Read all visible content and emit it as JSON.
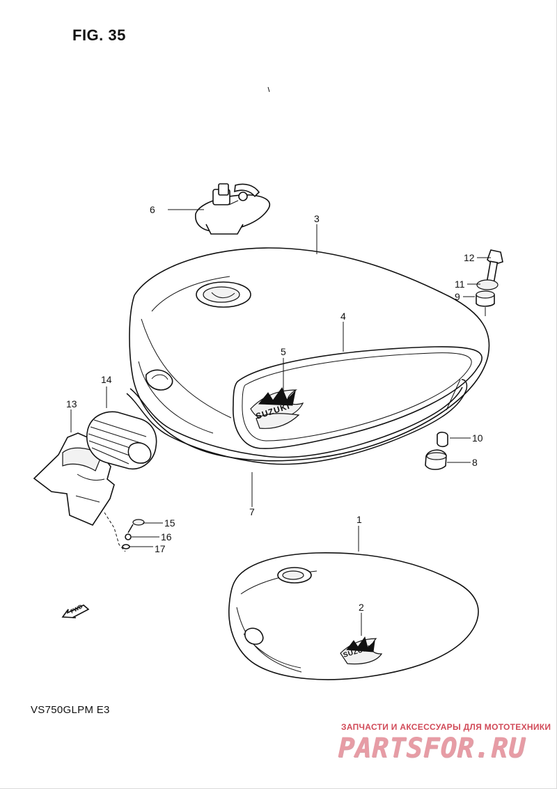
{
  "figure": {
    "title": "FIG. 35",
    "model_code": "VS750GLPM  E3"
  },
  "watermark": {
    "top_text": "ЗАПЧАСТИ И АКСЕССУАРЫ ДЛЯ МОТОТЕХНИКИ",
    "main_text": "PARTSFOR.RU",
    "color_primary": "#d14a58",
    "color_secondary": "#e79ca5"
  },
  "diagram": {
    "callouts": [
      "1",
      "2",
      "3",
      "4",
      "5",
      "6",
      "7",
      "8",
      "9",
      "10",
      "11",
      "12",
      "13",
      "14",
      "15",
      "16",
      "17"
    ],
    "tank_brand_text": "SUZUKI",
    "direction_text": "FWD"
  }
}
